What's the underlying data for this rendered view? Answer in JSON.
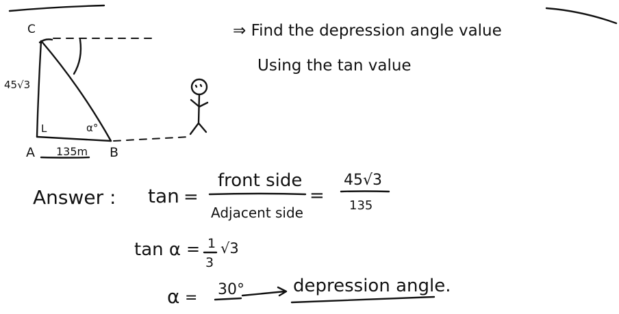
{
  "instructions": {
    "line1": "⇒ Find the depression angle value",
    "line2": "Using the tan value"
  },
  "diagram": {
    "vertex_c": "C",
    "vertex_a": "A",
    "vertex_b": "B",
    "height_label": "45√3",
    "base_label": "135m",
    "right_angle_mark": "L",
    "alpha_label": "α°"
  },
  "answer": {
    "label": "Answer :",
    "tan_word": "tan",
    "equals": "=",
    "numerator": "front side",
    "denominator": "Adjacent side",
    "equals2": "=",
    "value_numerator": "45√3",
    "value_denominator": "135",
    "line2_lhs": "tan α",
    "line2_equals": "=",
    "frac_num": "1",
    "frac_den": "3",
    "root_three": "√3",
    "line3_lhs": "α",
    "line3_equals": "=",
    "result": "30°",
    "result_label": "depression angle."
  }
}
